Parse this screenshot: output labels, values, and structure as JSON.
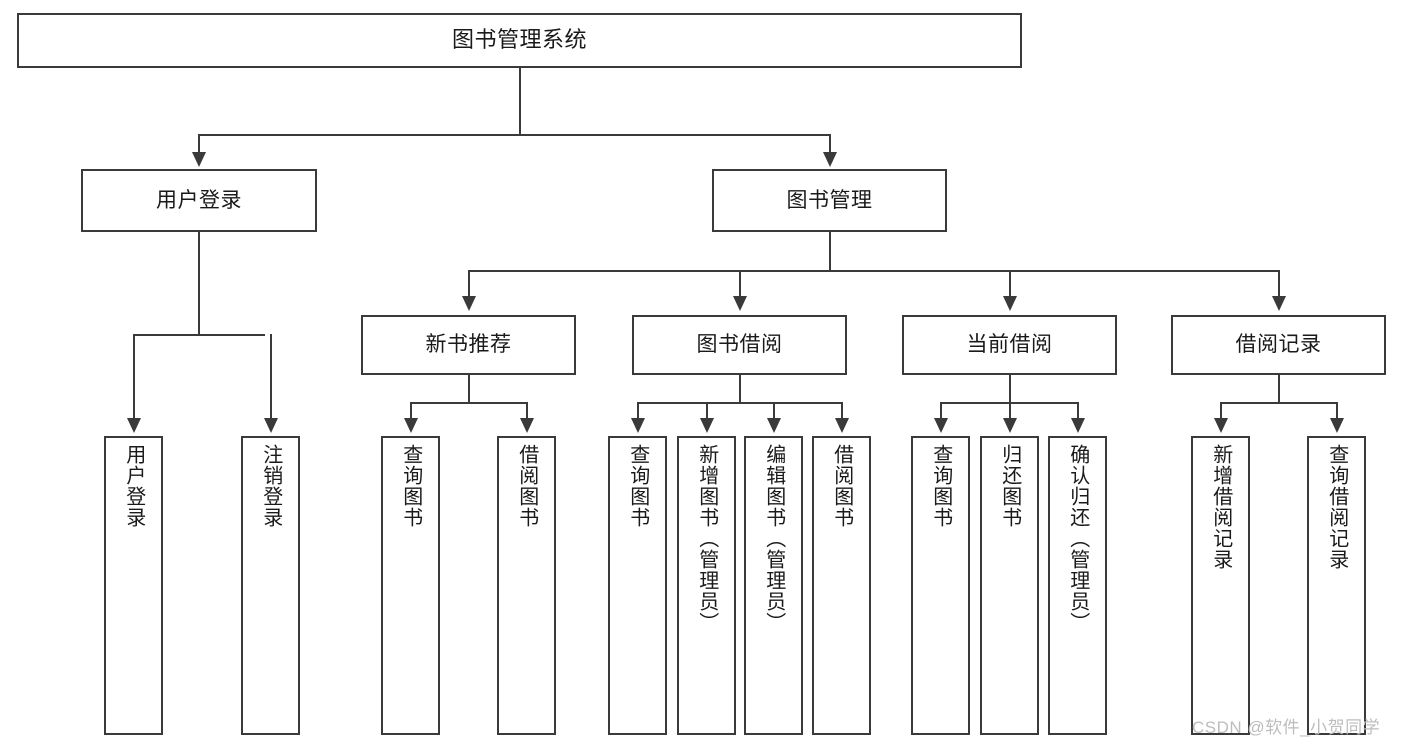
{
  "diagram": {
    "title": "图书管理系统",
    "type": "tree-hierarchy-chart",
    "watermark": "CSDN @软件_小贺同学",
    "colors": {
      "box_border": "#3a3a3a",
      "box_fill": "#ffffff",
      "connector": "#3a3a3a",
      "text": "#1a1a1a",
      "watermark": "#bdbdbd",
      "background": "#ffffff"
    },
    "root": {
      "label": "图书管理系统"
    },
    "level2": [
      {
        "key": "user_login",
        "label": "用户登录"
      },
      {
        "key": "book_manage",
        "label": "图书管理"
      }
    ],
    "level3": [
      {
        "key": "new_book_rec",
        "label": "新书推荐"
      },
      {
        "key": "book_borrow",
        "label": "图书借阅"
      },
      {
        "key": "current_borrow",
        "label": "当前借阅"
      },
      {
        "key": "borrow_record",
        "label": "借阅记录"
      }
    ],
    "leaves": {
      "user_login": [
        {
          "label": "用户登录"
        },
        {
          "label": "注销登录"
        }
      ],
      "new_book_rec": [
        {
          "label": "查询图书"
        },
        {
          "label": "借阅图书"
        }
      ],
      "book_borrow": [
        {
          "label": "查询图书"
        },
        {
          "label": "新增图书（管理员）"
        },
        {
          "label": "编辑图书（管理员）"
        },
        {
          "label": "借阅图书"
        }
      ],
      "current_borrow": [
        {
          "label": "查询图书"
        },
        {
          "label": "归还图书"
        },
        {
          "label": "确认归还（管理员）"
        }
      ],
      "borrow_record": [
        {
          "label": "新增借阅记录"
        },
        {
          "label": "查询借阅记录"
        }
      ]
    }
  }
}
